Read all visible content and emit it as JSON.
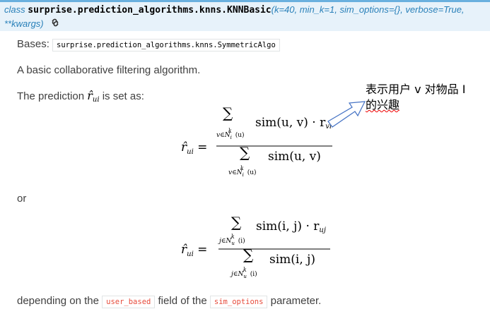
{
  "signature": {
    "keyword": "class",
    "name": "surprise.prediction_algorithms.knns.KNNBasic",
    "params": "(k=40, min_k=1, sim_options={}, verbose=True, **kwargs)",
    "permalink_icon": "link-icon"
  },
  "bases": {
    "label": "Bases:",
    "value": "surprise.prediction_algorithms.knns.SymmetricAlgo"
  },
  "description": "A basic collaborative filtering algorithm.",
  "prediction_intro": {
    "before": "The prediction",
    "symbol": "r̂",
    "symbol_sub": "ui",
    "after": "is set as:"
  },
  "formula_user": {
    "lhs": "r̂",
    "lhs_sub": "ui",
    "num_sum": "∑",
    "num_limit": "v∈N",
    "num_limit_sup": "k",
    "num_limit_sub": "i",
    "num_limit_arg": "(u)",
    "num_body": "sim(u, v) · r",
    "num_body_sub": "vi",
    "den_sum": "∑",
    "den_limit": "v∈N",
    "den_limit_sup": "k",
    "den_limit_sub": "i",
    "den_limit_arg": "(u)",
    "den_body": "sim(u, v)"
  },
  "or_text": "or",
  "formula_item": {
    "lhs": "r̂",
    "lhs_sub": "ui",
    "num_sum": "∑",
    "num_limit": "j∈N",
    "num_limit_sup": "k",
    "num_limit_sub": "u",
    "num_limit_arg": "(i)",
    "num_body": "sim(i, j) · r",
    "num_body_sub": "uj",
    "den_sum": "∑",
    "den_limit": "j∈N",
    "den_limit_sup": "k",
    "den_limit_sub": "u",
    "den_limit_arg": "(i)",
    "den_body": "sim(i, j)"
  },
  "footer": {
    "before": "depending on the",
    "code1": "user_based",
    "middle": "field of the",
    "code2": "sim_options",
    "after": "parameter."
  },
  "annotation": {
    "line1": "表示用户 v 对物品 I",
    "line2": "的兴趣",
    "arrow_color": "#4472c4"
  }
}
